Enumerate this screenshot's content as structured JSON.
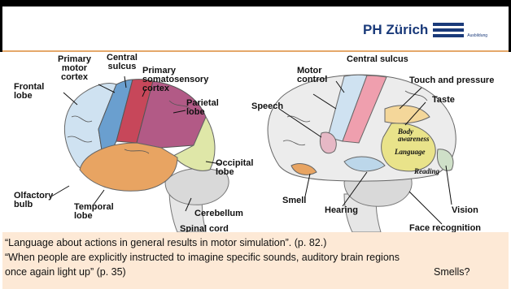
{
  "header": {
    "logo_text": "PH Zürich",
    "logo_subtext": "Ausbildung"
  },
  "figure": {
    "left_brain_labels": {
      "primary_motor_cortex": "Primary\nmotor\ncortex",
      "central_sulcus": "Central\nsulcus",
      "primary_somatosensory_cortex": "Primary\nsomatosensory\ncortex",
      "frontal_lobe": "Frontal\nlobe",
      "parietal_lobe": "Parietal\nlobe",
      "occipital_lobe": "Occipital\nlobe",
      "olfactory_bulb": "Olfactory\nbulb",
      "temporal_lobe": "Temporal\nlobe",
      "cerebellum": "Cerebellum",
      "spinal_cord": "Spinal cord"
    },
    "right_brain_labels": {
      "central_sulcus": "Central sulcus",
      "motor_control": "Motor\ncontrol",
      "touch_and_pressure": "Touch and pressure",
      "speech": "Speech",
      "taste": "Taste",
      "body_awareness": "Body\nawareness",
      "language": "Language",
      "reading": "Reading",
      "smell": "Smell",
      "hearing": "Hearing",
      "vision": "Vision",
      "face_recognition": "Face recognition"
    },
    "colors": {
      "frontal": "#cfe2f1",
      "motor": "#6a9fcf",
      "somatosensory": "#c7475a",
      "parietal": "#b25a86",
      "temporal": "#e8a462",
      "occipital": "#dfe7a8",
      "cerebellum": "#d9d9d9",
      "brainstem": "#e6e6e6",
      "language_area": "#e9e38a"
    }
  },
  "quote_box": {
    "line1": "“Language about actions in general results in motor simulation”. (p. 82.)",
    "line2": "“When people are explicitly instructed to imagine specific sounds, auditory brain regions",
    "line3": "once again light up” (p. 35)",
    "line3_right": "Smells?"
  }
}
